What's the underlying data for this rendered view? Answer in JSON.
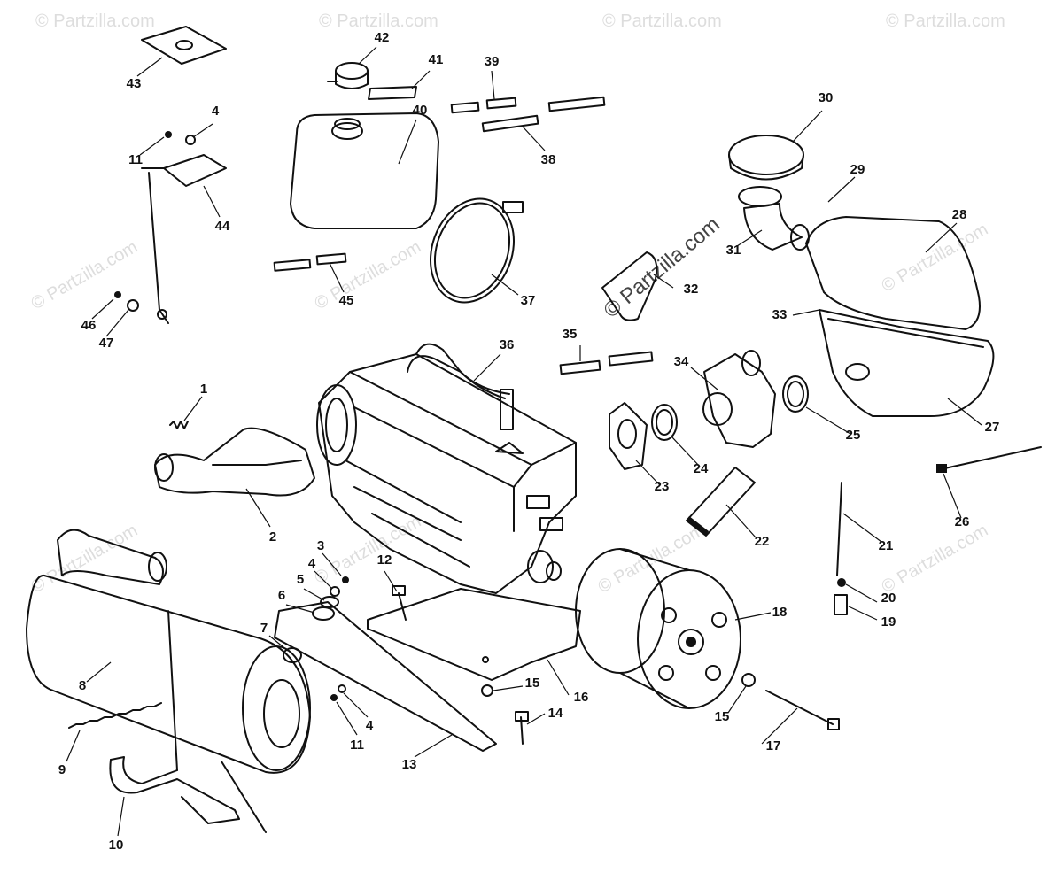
{
  "diagram": {
    "callouts": [
      "1",
      "2",
      "3",
      "4",
      "5",
      "6",
      "7",
      "8",
      "9",
      "10",
      "11",
      "12",
      "13",
      "14",
      "15",
      "16",
      "17",
      "18",
      "19",
      "20",
      "21",
      "22",
      "23",
      "24",
      "25",
      "26",
      "27",
      "28",
      "29",
      "30",
      "31",
      "32",
      "33",
      "34",
      "35",
      "36",
      "37",
      "38",
      "39",
      "40",
      "41",
      "42",
      "43",
      "44",
      "45",
      "46",
      "47"
    ],
    "repeat_callouts": {
      "four_b": "4",
      "eleven_b": "11",
      "fifteen_b": "15"
    },
    "watermark": "© Partzilla.com"
  }
}
